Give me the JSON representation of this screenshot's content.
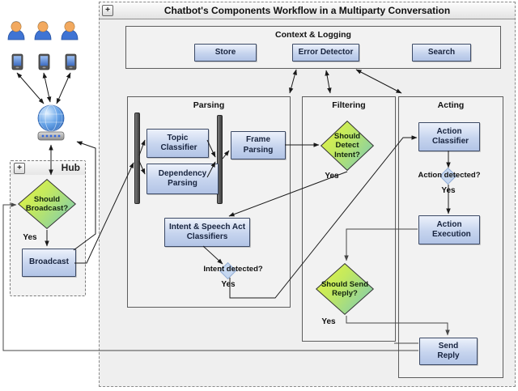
{
  "window": {
    "title": "Chatbot's Components Workflow in a Multiparty Conversation",
    "expand_button_label": "+"
  },
  "context_logging": {
    "label": "Context & Logging",
    "store_button": "Store",
    "error_detector_button": "Error Detector",
    "search_button": "Search"
  },
  "hub": {
    "label": "Hub",
    "expand_button_label": "+",
    "should_broadcast_label": "Should Broadcast?",
    "yes_label": "Yes",
    "broadcast_label": "Broadcast"
  },
  "parsing": {
    "label": "Parsing",
    "topic_classifier": "Topic Classifier",
    "dependency_parsing": "Dependency Parsing",
    "frame_parsing": "Frame Parsing",
    "intent_speech_act": "Intent & Speech Act Classifiers",
    "intent_detected": "Intent detected?",
    "yes_label": "Yes"
  },
  "filtering": {
    "label": "Filtering",
    "should_detect_intent": "Should Detect Intent?",
    "detect_yes_label": "Yes",
    "should_send_reply": "Should Send Reply?",
    "send_yes_label": "Yes"
  },
  "acting": {
    "label": "Acting",
    "action_classifier": "Action Classifier",
    "action_detected": "Action detected?",
    "yes_label": "Yes",
    "action_execution": "Action Execution",
    "send_reply": "Send Reply"
  },
  "icons": {
    "users": "user-icon",
    "devices": "smartphone-icon",
    "network": "globe-icon",
    "gateway": "router-icon",
    "fork_join_bars": "sync-bar"
  },
  "colors": {
    "node_fill_top": "#ecf1fb",
    "node_fill_bottom": "#b2c4e6",
    "node_border": "#3c4a66",
    "decision_start": "#e9f542",
    "decision_end": "#86cfa9",
    "section_bg": "#f2f2f2",
    "container_bg": "#efefef",
    "line": "#1a1a1a"
  }
}
